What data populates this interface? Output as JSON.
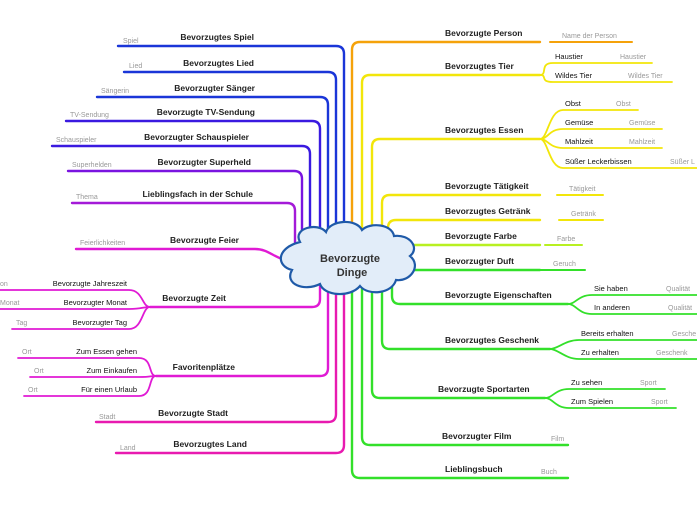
{
  "center": {
    "line1": "Bevorzugte",
    "line2": "Dinge"
  },
  "colors": {
    "orange": "#f5a20a",
    "yellow": "#f2e60a",
    "lime": "#b8f021",
    "green": "#33e02a",
    "blue": "#1a36d8",
    "indigo": "#3a1ae0",
    "violet": "#7a14e0",
    "purple": "#a41ad8",
    "magenta": "#e01ad4",
    "pink": "#e81ab0",
    "cloud_fill": "#e2edf9",
    "cloud_stroke": "#1f5aa8"
  },
  "left": [
    {
      "id": "spiel",
      "label": "Bevorzugtes Spiel",
      "note": "Spiel"
    },
    {
      "id": "lied",
      "label": "Bevorzugtes Lied",
      "note": "Lied"
    },
    {
      "id": "saenger",
      "label": "Bevorzugter Sänger",
      "note": "Sängerin"
    },
    {
      "id": "tv",
      "label": "Bevorzugte TV-Sendung",
      "note": "TV-Sendung"
    },
    {
      "id": "schauspieler",
      "label": "Bevorzugter Schauspieler",
      "note": "Schauspieler"
    },
    {
      "id": "superheld",
      "label": "Bevorzugter Superheld",
      "note": "Superhelden"
    },
    {
      "id": "schulfach",
      "label": "Lieblingsfach in der Schule",
      "note": "Thema"
    },
    {
      "id": "feier",
      "label": "Bevorzugte Feier",
      "note": "Feierlichkeiten"
    },
    {
      "id": "zeit",
      "label": "Bevorzugte Zeit",
      "children": [
        {
          "label": "Bevorzugte Jahreszeit",
          "note": "on"
        },
        {
          "label": "Bevorzugter Monat",
          "note": "Monat"
        },
        {
          "label": "Bevorzugter Tag",
          "note": "Tag"
        }
      ]
    },
    {
      "id": "plaetze",
      "label": "Favoritenplätze",
      "children": [
        {
          "label": "Zum Essen gehen",
          "note": "Ort"
        },
        {
          "label": "Zum Einkaufen",
          "note": "Ort"
        },
        {
          "label": "Für einen Urlaub",
          "note": "Ort"
        }
      ]
    },
    {
      "id": "stadt",
      "label": "Bevorzugte Stadt",
      "note": "Stadt"
    },
    {
      "id": "landtopic",
      "label": "Bevorzugtes Land",
      "note": "Land"
    }
  ],
  "right": [
    {
      "id": "person",
      "label": "Bevorzugte Person",
      "note": "Name der Person"
    },
    {
      "id": "tier",
      "label": "Bevorzugtes Tier",
      "children": [
        {
          "label": "Haustier",
          "note": "Haustier"
        },
        {
          "label": "Wildes Tier",
          "note": "Wildes Tier"
        }
      ]
    },
    {
      "id": "essen",
      "label": "Bevorzugtes Essen",
      "children": [
        {
          "label": "Obst",
          "note": "Obst"
        },
        {
          "label": "Gemüse",
          "note": "Gemüse"
        },
        {
          "label": "Mahlzeit",
          "note": "Mahlzeit"
        },
        {
          "label": "Süßer Leckerbissen",
          "note": "Süßer L"
        }
      ]
    },
    {
      "id": "taetigkeit",
      "label": "Bevorzugte Tätigkeit",
      "note": "Tätigkeit"
    },
    {
      "id": "getraenk",
      "label": "Bevorzugtes Getränk",
      "note": "Getränk"
    },
    {
      "id": "farbe",
      "label": "Bevorzugte Farbe",
      "note": "Farbe"
    },
    {
      "id": "duft",
      "label": "Bevorzugter Duft",
      "note": "Geruch"
    },
    {
      "id": "eigenschaften",
      "label": "Bevorzugte Eigenschaften",
      "children": [
        {
          "label": "Sie haben",
          "note": "Qualität"
        },
        {
          "label": "In anderen",
          "note": "Qualität"
        }
      ]
    },
    {
      "id": "geschenk",
      "label": "Bevorzugtes Geschenk",
      "children": [
        {
          "label": "Bereits erhalten",
          "note": "Gesche"
        },
        {
          "label": "Zu erhalten",
          "note": "Geschenk"
        }
      ]
    },
    {
      "id": "sportarten",
      "label": "Bevorzugte Sportarten",
      "children": [
        {
          "label": "Zu sehen",
          "note": "Sport"
        },
        {
          "label": "Zum Spielen",
          "note": "Sport"
        }
      ]
    },
    {
      "id": "film",
      "label": "Bevorzugter Film",
      "note": "Film"
    },
    {
      "id": "buch",
      "label": "Lieblingsbuch",
      "note": "Buch"
    }
  ]
}
